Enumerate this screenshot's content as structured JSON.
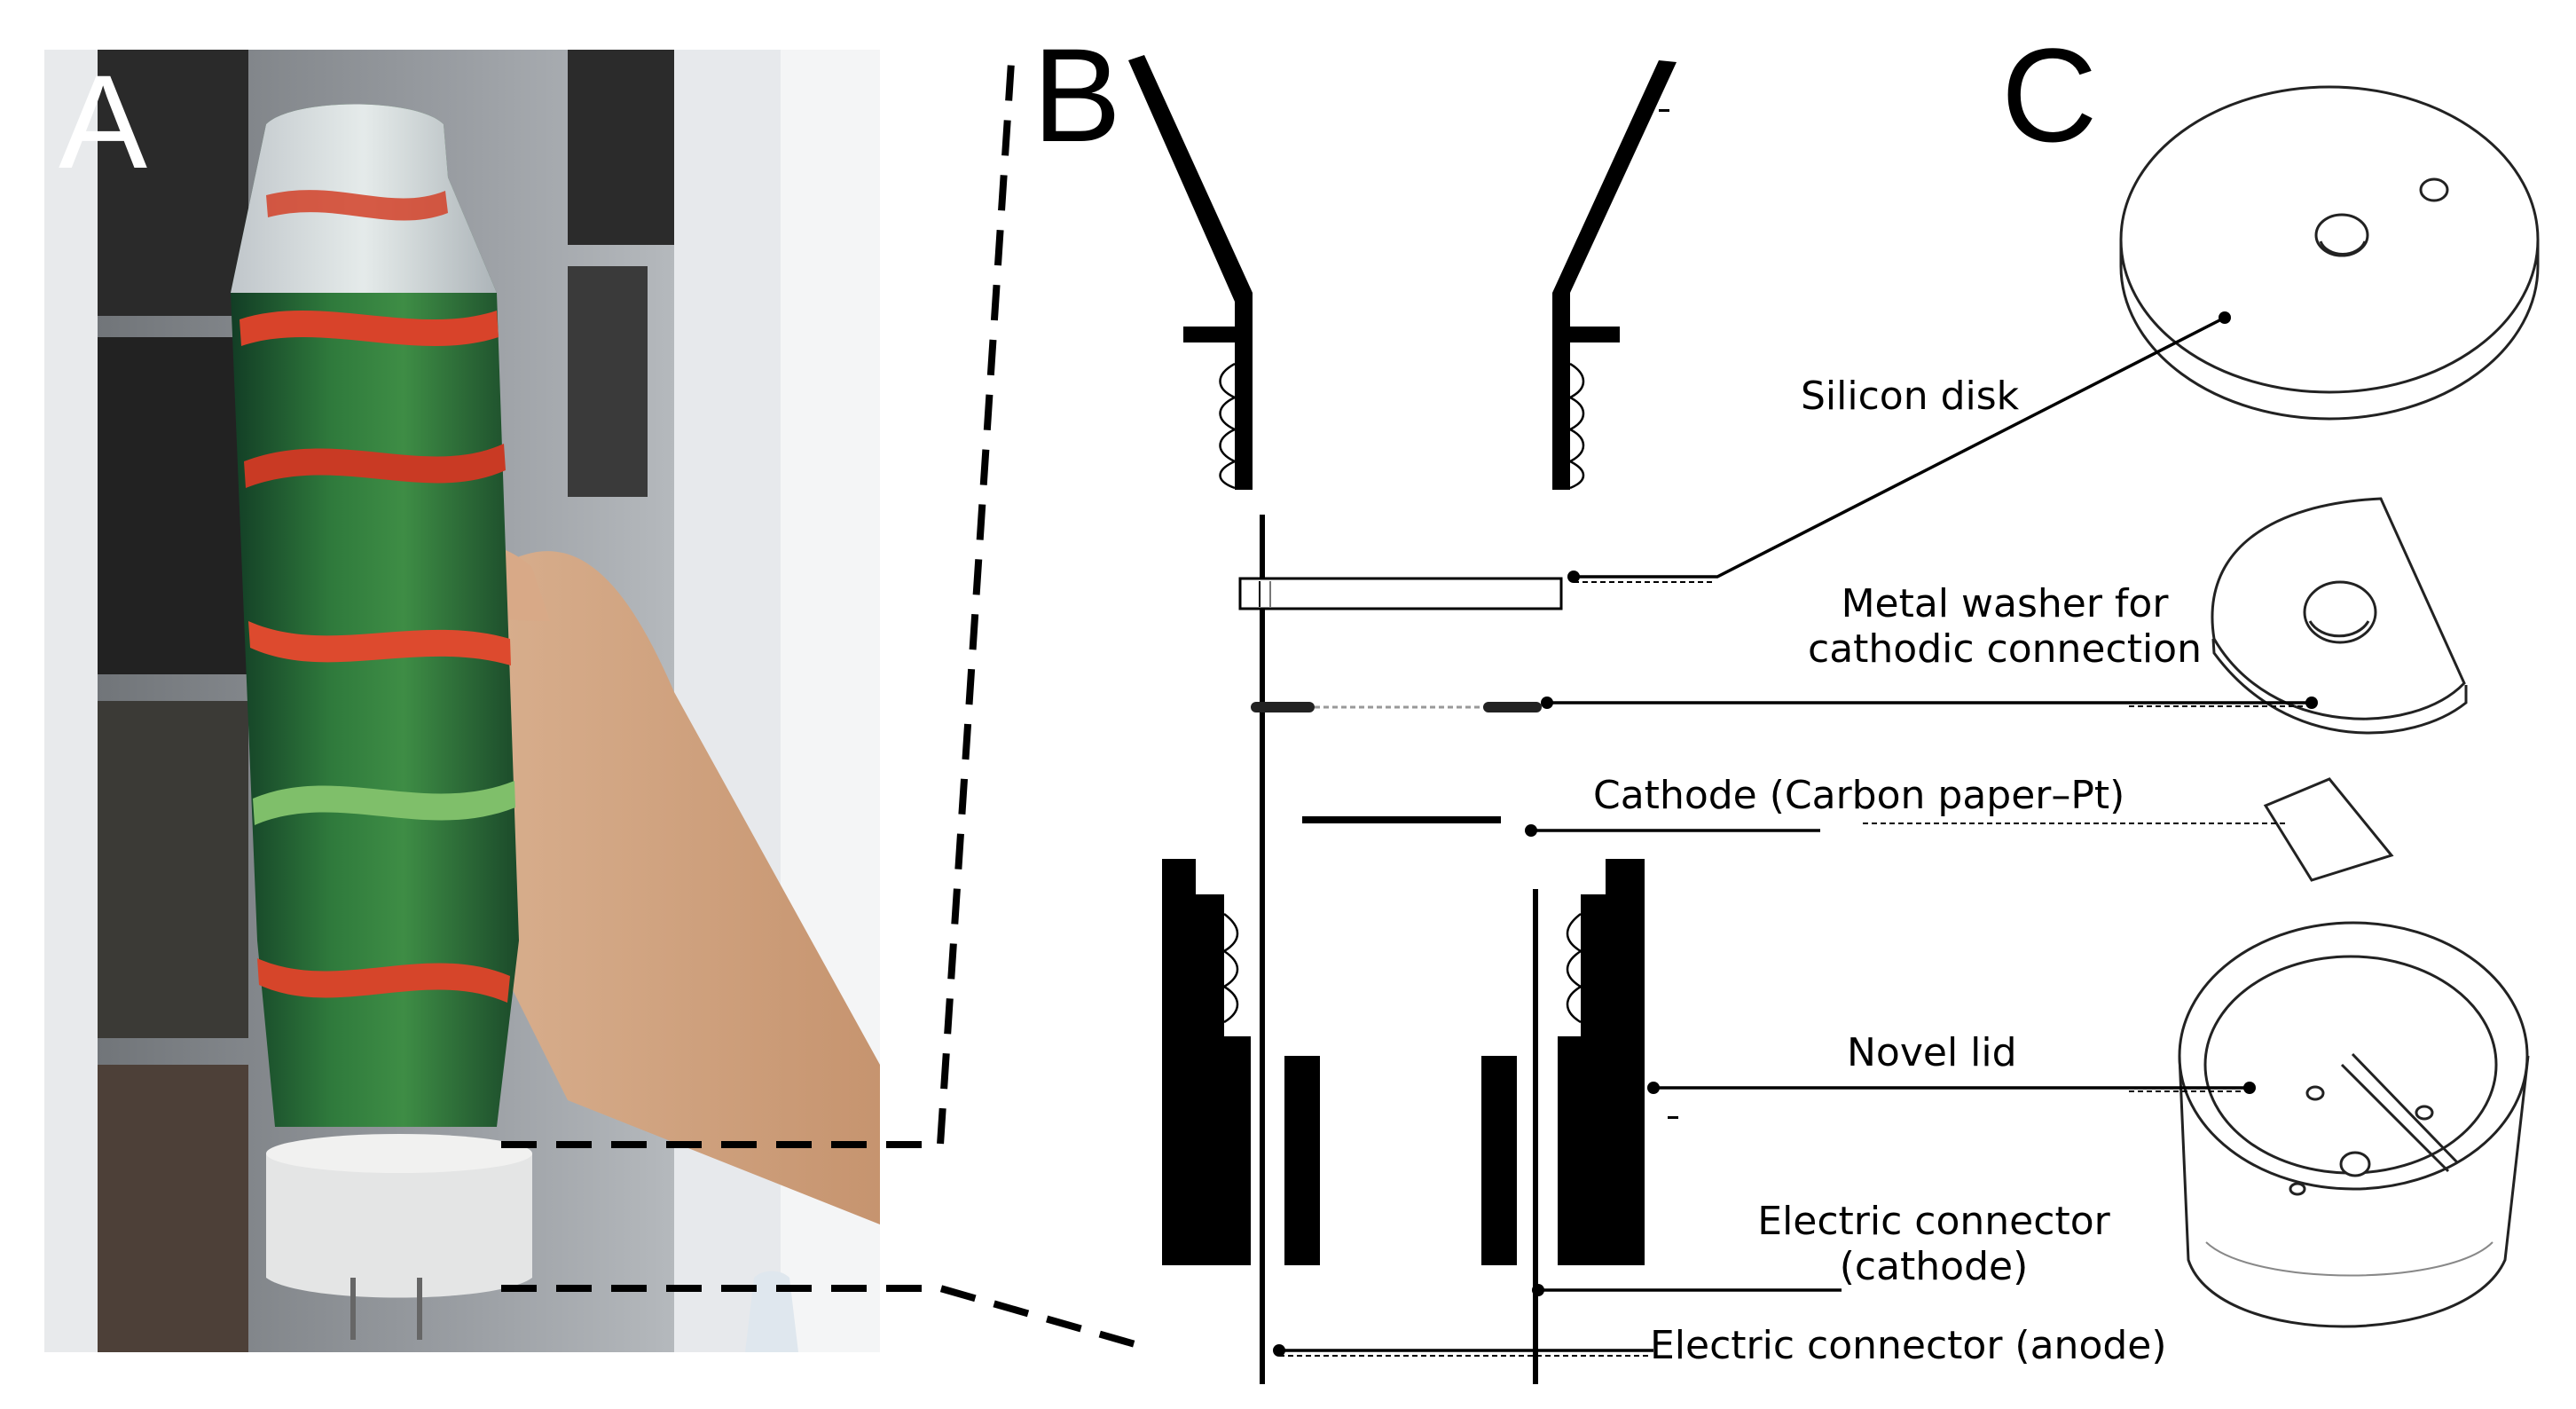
{
  "panels": {
    "a": {
      "letter": "A"
    },
    "b": {
      "letter": "B"
    },
    "c": {
      "letter": "C"
    }
  },
  "labels": {
    "silicon_disk": "Silicon disk",
    "metal_washer_line1": "Metal washer for",
    "metal_washer_line2": "cathodic connection",
    "cathode": "Cathode (Carbon paper–Pt)",
    "novel_lid": "Novel lid",
    "connector_cathode_line1": "Electric connector",
    "connector_cathode_line2": "(cathode)",
    "connector_anode": "Electric connector (anode)"
  }
}
